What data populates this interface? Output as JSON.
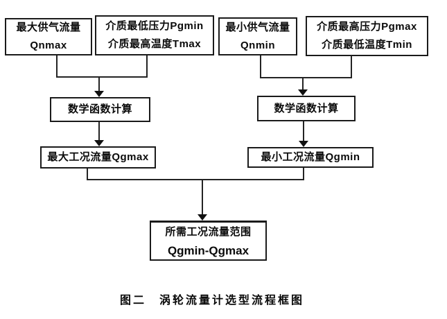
{
  "diagram": {
    "nodes": {
      "qnmax": {
        "line1": "最大供气流量",
        "line2": "Qnmax"
      },
      "pgmin_tmax": {
        "line1": "介质最低压力Pgmin",
        "line2": "介质最高温度Tmax"
      },
      "qnmin": {
        "line1": "最小供气流量",
        "line2": "Qnmin"
      },
      "pgmax_tmin": {
        "line1": "介质最高压力Pgmax",
        "line2": "介质最低温度Tmin"
      },
      "calc_left": {
        "label": "数学函数计算"
      },
      "calc_right": {
        "label": "数学函数计算"
      },
      "qgmax": {
        "label": "最大工况流量Qgmax"
      },
      "qgmin": {
        "label": "最小工况流量Qgmin"
      },
      "result": {
        "line1": "所需工况流量范围",
        "line2": "Qgmin-Qgmax"
      }
    },
    "caption": "图二　涡轮流量计选型流程框图",
    "colors": {
      "background": "#ffffff",
      "box_fill": "#ffffff",
      "box_border": "#1a1a1a",
      "connector": "#232323",
      "arrowhead": "#111111",
      "text": "#0a0a0a"
    }
  }
}
